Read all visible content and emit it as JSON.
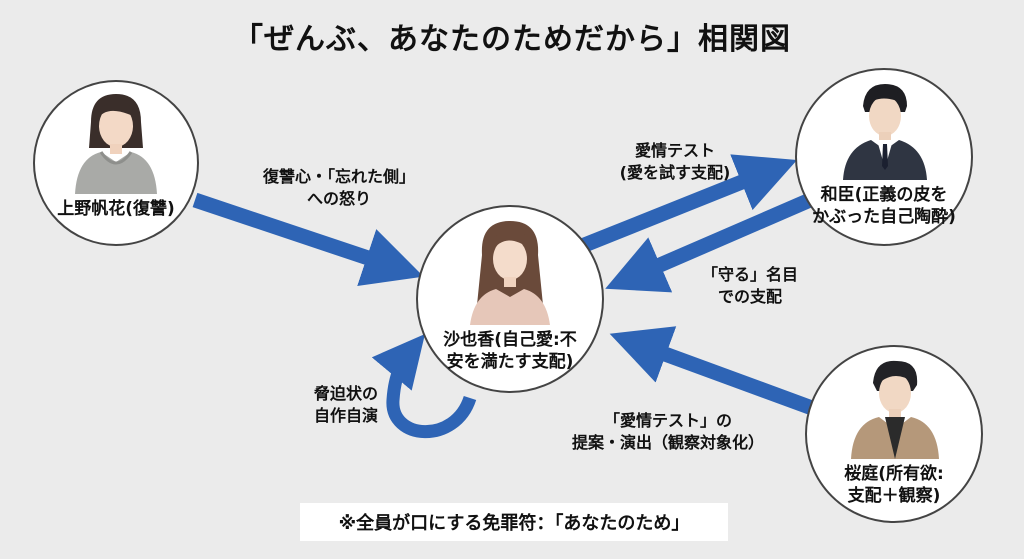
{
  "title": "「ぜんぶ、あなたのためだから」相関図",
  "nodes": {
    "hanaka": {
      "label": "上野帆花(復讐)"
    },
    "kazuomi": {
      "label": "和臣(正義の皮を\nかぶった自己陶酔)"
    },
    "sayaka": {
      "label": "沙也香(自己愛:不\n安を満たす支配)"
    },
    "sakuraniwa": {
      "label": "桜庭(所有欲:\n支配＋観察)"
    }
  },
  "edges": {
    "hanaka_to_sayaka": "復讐心・「忘れた側」\nへの怒り",
    "sayaka_to_kazuomi": "愛情テスト\n(愛を試す支配)",
    "kazuomi_to_sayaka": "「守る」名目\nでの支配",
    "sakuraniwa_to_sayaka": "「愛情テスト」の\n提案・演出（観察対象化）",
    "sayaka_self": "脅迫状の\n自作自演"
  },
  "footer": "※全員が口にする免罪符：「あなたのため」",
  "colors": {
    "arrow": "#2e64b5",
    "arrow_edge": "#1f4d94",
    "background": "#ebebeb"
  }
}
